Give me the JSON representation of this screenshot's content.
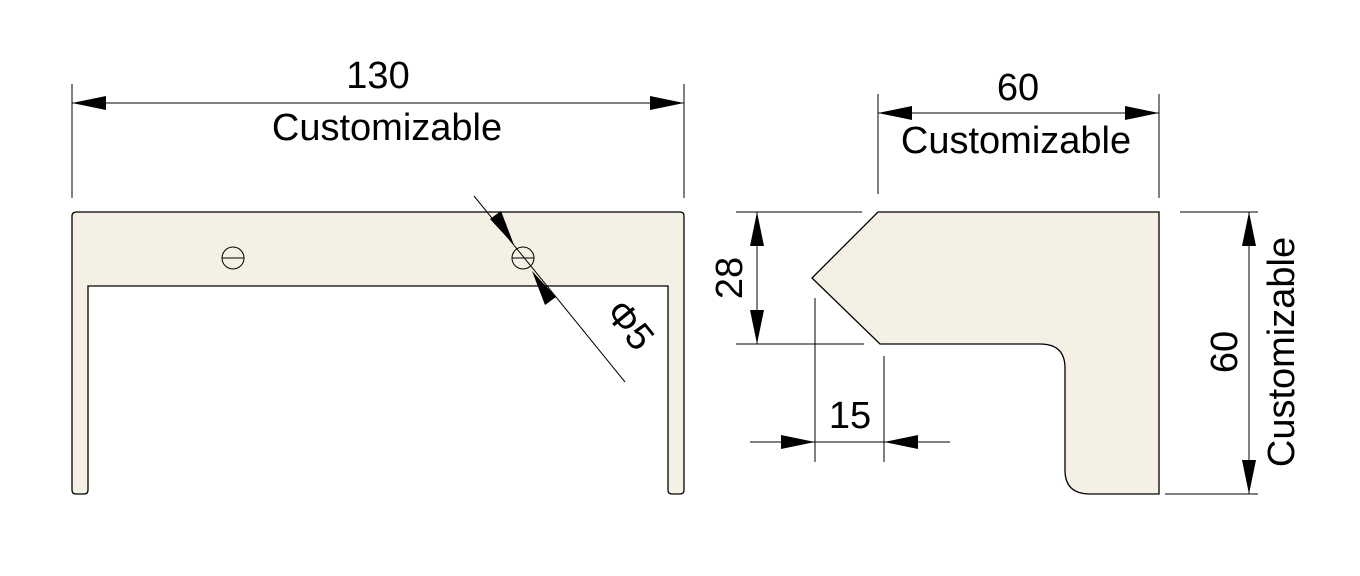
{
  "front_view": {
    "width_value": "130",
    "width_note": "Customizable",
    "hole_label": "Φ5"
  },
  "side_view": {
    "width_value": "60",
    "width_note": "Customizable",
    "height_value": "60",
    "height_note": "Customizable",
    "notch_height": "28",
    "notch_depth": "15"
  },
  "colors": {
    "part_fill": "#f4f1e4",
    "line": "#000000",
    "background": "#ffffff"
  }
}
